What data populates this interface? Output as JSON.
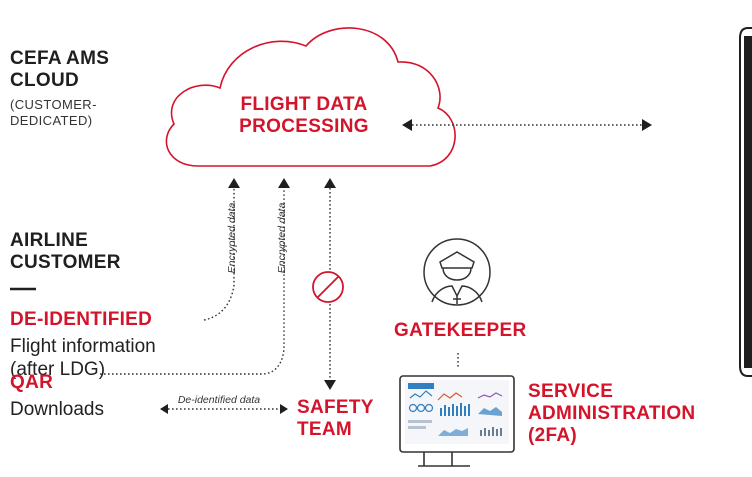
{
  "cloud_label": {
    "line1": "CEFA AMS",
    "line2": "CLOUD",
    "sub1": "(CUSTOMER-",
    "sub2": "DEDICATED)"
  },
  "cloud_center": {
    "line1": "FLIGHT DATA",
    "line2": "PROCESSING"
  },
  "airline": {
    "line1": "AIRLINE",
    "line2": "CUSTOMER"
  },
  "deidentified": {
    "title": "DE-IDENTIFIED",
    "line1": "Flight information",
    "line2": "(after LDG)"
  },
  "qar": {
    "title": "QAR",
    "sub": "Downloads"
  },
  "flow_labels": {
    "encrypted_1": "Encrypted data",
    "encrypted_2": "Encrypted data",
    "deidentified_data": "De-identified data"
  },
  "safety": {
    "line1": "SAFETY",
    "line2": "TEAM"
  },
  "gatekeeper": "GATEKEEPER",
  "service": {
    "line1": "SERVICE",
    "line2": "ADMINISTRATION",
    "line3": "(2FA)"
  },
  "colors": {
    "accent": "#d4142b",
    "ink": "#1f1f1f",
    "dash": "#333333"
  },
  "icons": {
    "gatekeeper": "pilot-icon",
    "blocked": "prohibited-icon",
    "admin": "monitor-dashboard-icon",
    "device": "tablet-edge-icon"
  }
}
